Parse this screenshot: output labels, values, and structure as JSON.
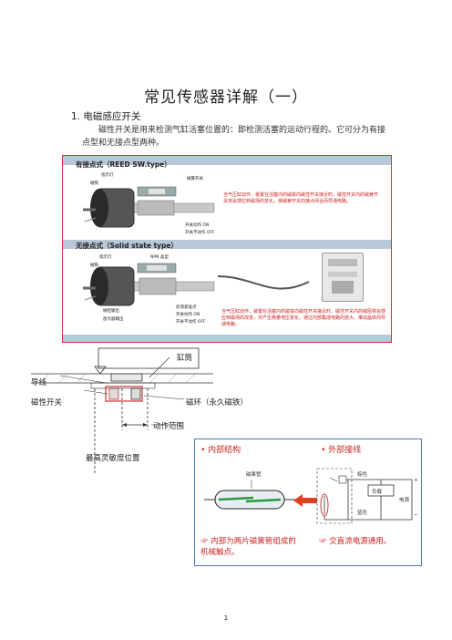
{
  "title": "常见传感器详解（一）",
  "section": {
    "number": "1.",
    "heading": "电磁感应开关"
  },
  "paragraph": "磁性开关是用来检测气缸活塞位置的：即检测活塞的运动行程的。它可分为有接点型和无接点型两种。",
  "figure1": {
    "reed": {
      "heading": "有接点式（REED SW.type）",
      "labels": {
        "indicator": "指示灯",
        "magnet": "磁铁",
        "reed_switch": "磁簧开关",
        "switch_on": "开关动作 ON",
        "switch_off": "开关不动作 OFF"
      },
      "description": "当气压缸动作，装置在活塞内的磁铁向磁性开关接近时，磁性开关内的磁簧开关将会感应到磁场的变化，使磁簧开关的接点闭合而导通电路。"
    },
    "solid": {
      "heading": "无接点式（Solid state type）",
      "labels": {
        "indicator": "指示灯",
        "npn": "NPN 晶型",
        "magnet": "磁铁",
        "field_output": "磁阻输出",
        "amp_output": "放大器输出",
        "detect_point": "侦测基准点",
        "switch_on": "开关动作 ON",
        "switch_off": "开关不动作 OFF"
      },
      "description": "当气压缸动作，装置在活塞内的磁铁向磁性开关接近时，磁性开关内的磁阻将会感应到磁场的改变，并产生微量电压变化，通过内部集成电路的放大，推动晶体而导通电路。"
    }
  },
  "figure2": {
    "labels": {
      "wire": "导线",
      "cylinder": "缸筒",
      "switch": "磁性开关",
      "ring": "磁环（永久磁铁）",
      "range": "动作范围",
      "sensitive": "最高灵敏度位置"
    }
  },
  "figure3": {
    "internal_title": "• 内部结构",
    "external_title": "• 外部接线",
    "reed_tube": "磁簧管",
    "note_left": "☞ 内部为两片磁簧管组成的机械触点。",
    "note_right": "☞ 交直流电源通用。",
    "wiring": {
      "brown": "棕色",
      "blue": "蓝色",
      "load": "负载",
      "power": "电源",
      "plus": "+",
      "minus": "−"
    }
  },
  "page_number": "1",
  "colors": {
    "accent_red": "#cc2222",
    "frame_blue": "#4a78b8",
    "band": "#b8c8d8"
  }
}
